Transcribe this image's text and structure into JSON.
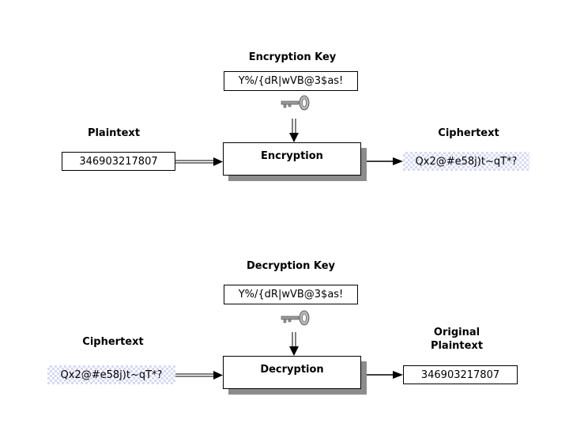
{
  "encryption": {
    "key_title": "Encryption Key",
    "key_value": "Y%/{dR|wVB@3$as!",
    "plaintext_title": "Plaintext",
    "plaintext_value": "346903217807",
    "process_label": "Encryption",
    "ciphertext_title": "Ciphertext",
    "ciphertext_value": "Qx2@#e58j)t~qT*?"
  },
  "decryption": {
    "key_title": "Decryption Key",
    "key_value": "Y%/{dR|wVB@3$as!",
    "ciphertext_title": "Ciphertext",
    "ciphertext_value": "Qx2@#e58j)t~qT*?",
    "process_label": "Decryption",
    "output_title_line1": "Original",
    "output_title_line2": "Plaintext",
    "output_value": "346903217807"
  },
  "icons": [
    "key-icon"
  ],
  "colors": {
    "shadow": "#8c8c8c",
    "cipher_pattern": "#d7d9f4"
  }
}
